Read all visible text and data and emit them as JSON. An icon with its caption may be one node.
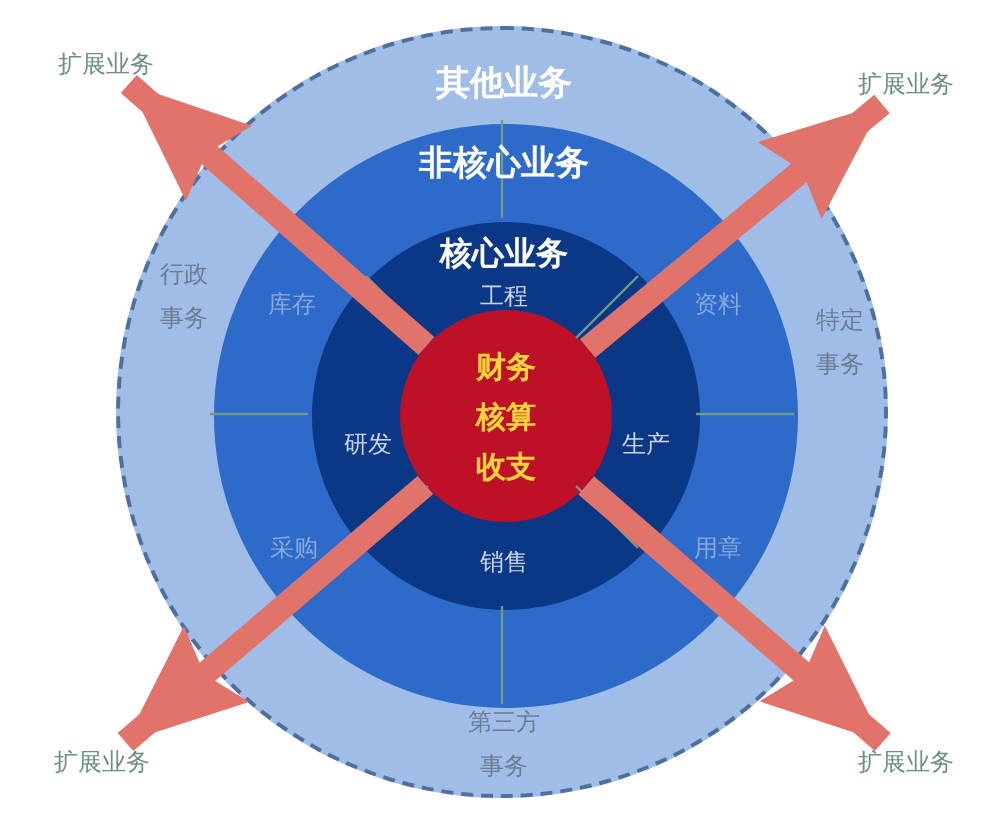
{
  "diagram": {
    "nodes": [
      {
        "text": [
          "其他业务",
          "行政事务",
          "特定事务",
          "第三方事务"
        ]
      },
      {
        "text": [
          "非核心业务",
          "库存",
          "资料",
          "采购",
          "用章"
        ],
        "in": 0
      },
      {
        "text": [
          "核心业务",
          "工程",
          "研发",
          "生产",
          "销售"
        ],
        "in": 1
      },
      {
        "text": [
          "财务核算收支"
        ],
        "in": 2
      },
      {
        "text": [
          "扩展业务"
        ]
      },
      {
        "text": [
          "扩展业务"
        ]
      },
      {
        "text": [
          "扩展业务"
        ]
      },
      {
        "text": [
          "扩展业务"
        ]
      }
    ],
    "edges": [
      {
        "from": 3,
        "to": 4,
        "arrow": "to"
      },
      {
        "from": 3,
        "to": 5,
        "arrow": "to"
      },
      {
        "from": 3,
        "to": 6,
        "arrow": "to"
      },
      {
        "from": 3,
        "to": 7,
        "arrow": "to"
      }
    ]
  }
}
